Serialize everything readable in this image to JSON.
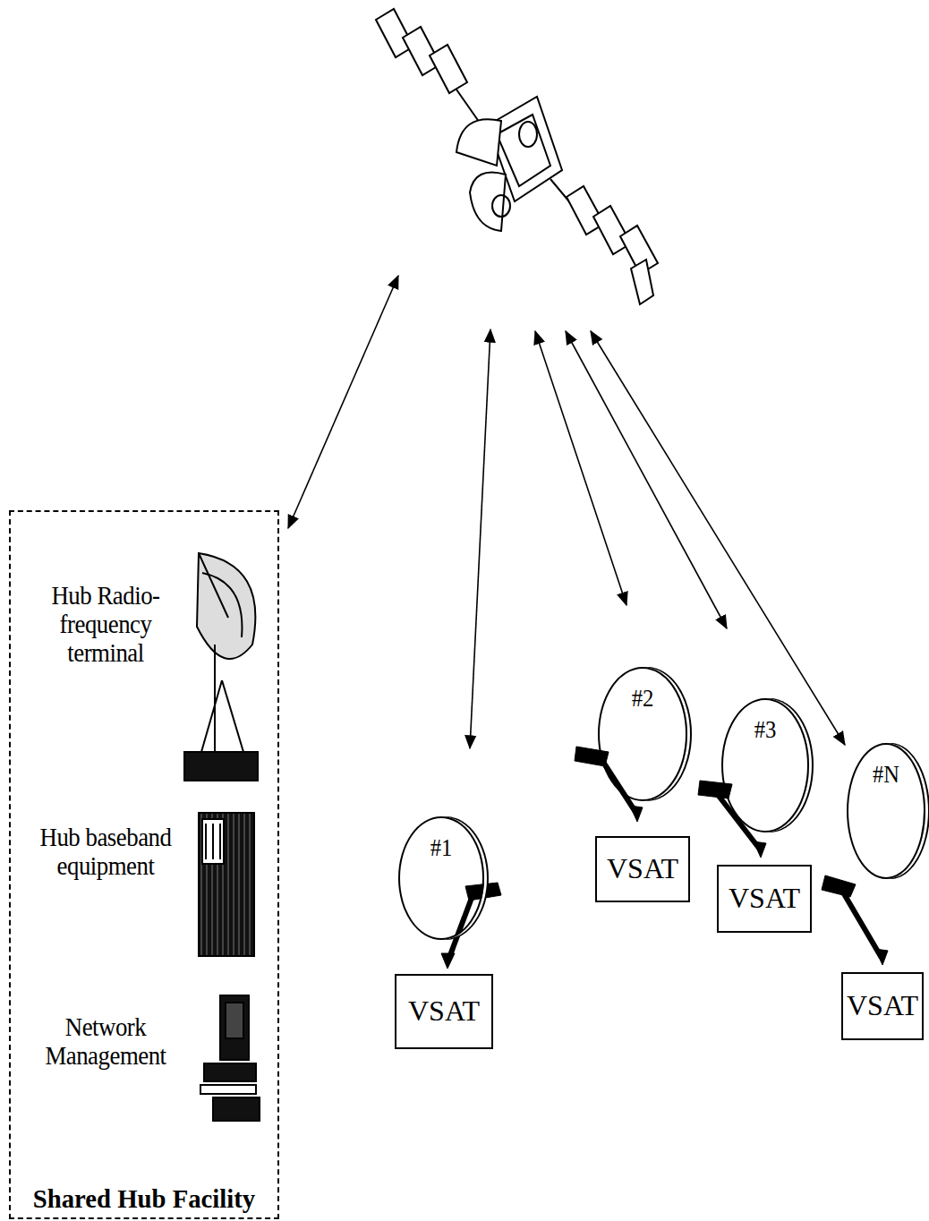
{
  "diagram": {
    "nodes": [
      {
        "text": [
          "Shared Hub Facility"
        ]
      },
      {
        "text": [
          "Hub Radio-frequency terminal"
        ],
        "in": 0
      },
      {
        "text": [
          "Hub baseband equipment"
        ],
        "in": 0
      },
      {
        "text": [
          "Network Management"
        ],
        "in": 0
      },
      {
        "text": [
          "#1"
        ]
      },
      {
        "text": [
          "VSAT"
        ]
      },
      {
        "text": [
          "#2"
        ]
      },
      {
        "text": [
          "VSAT"
        ]
      },
      {
        "text": [
          "#3"
        ]
      },
      {
        "text": [
          "VSAT"
        ]
      },
      {
        "text": [
          "#N"
        ]
      },
      {
        "text": [
          "VSAT"
        ]
      }
    ]
  }
}
